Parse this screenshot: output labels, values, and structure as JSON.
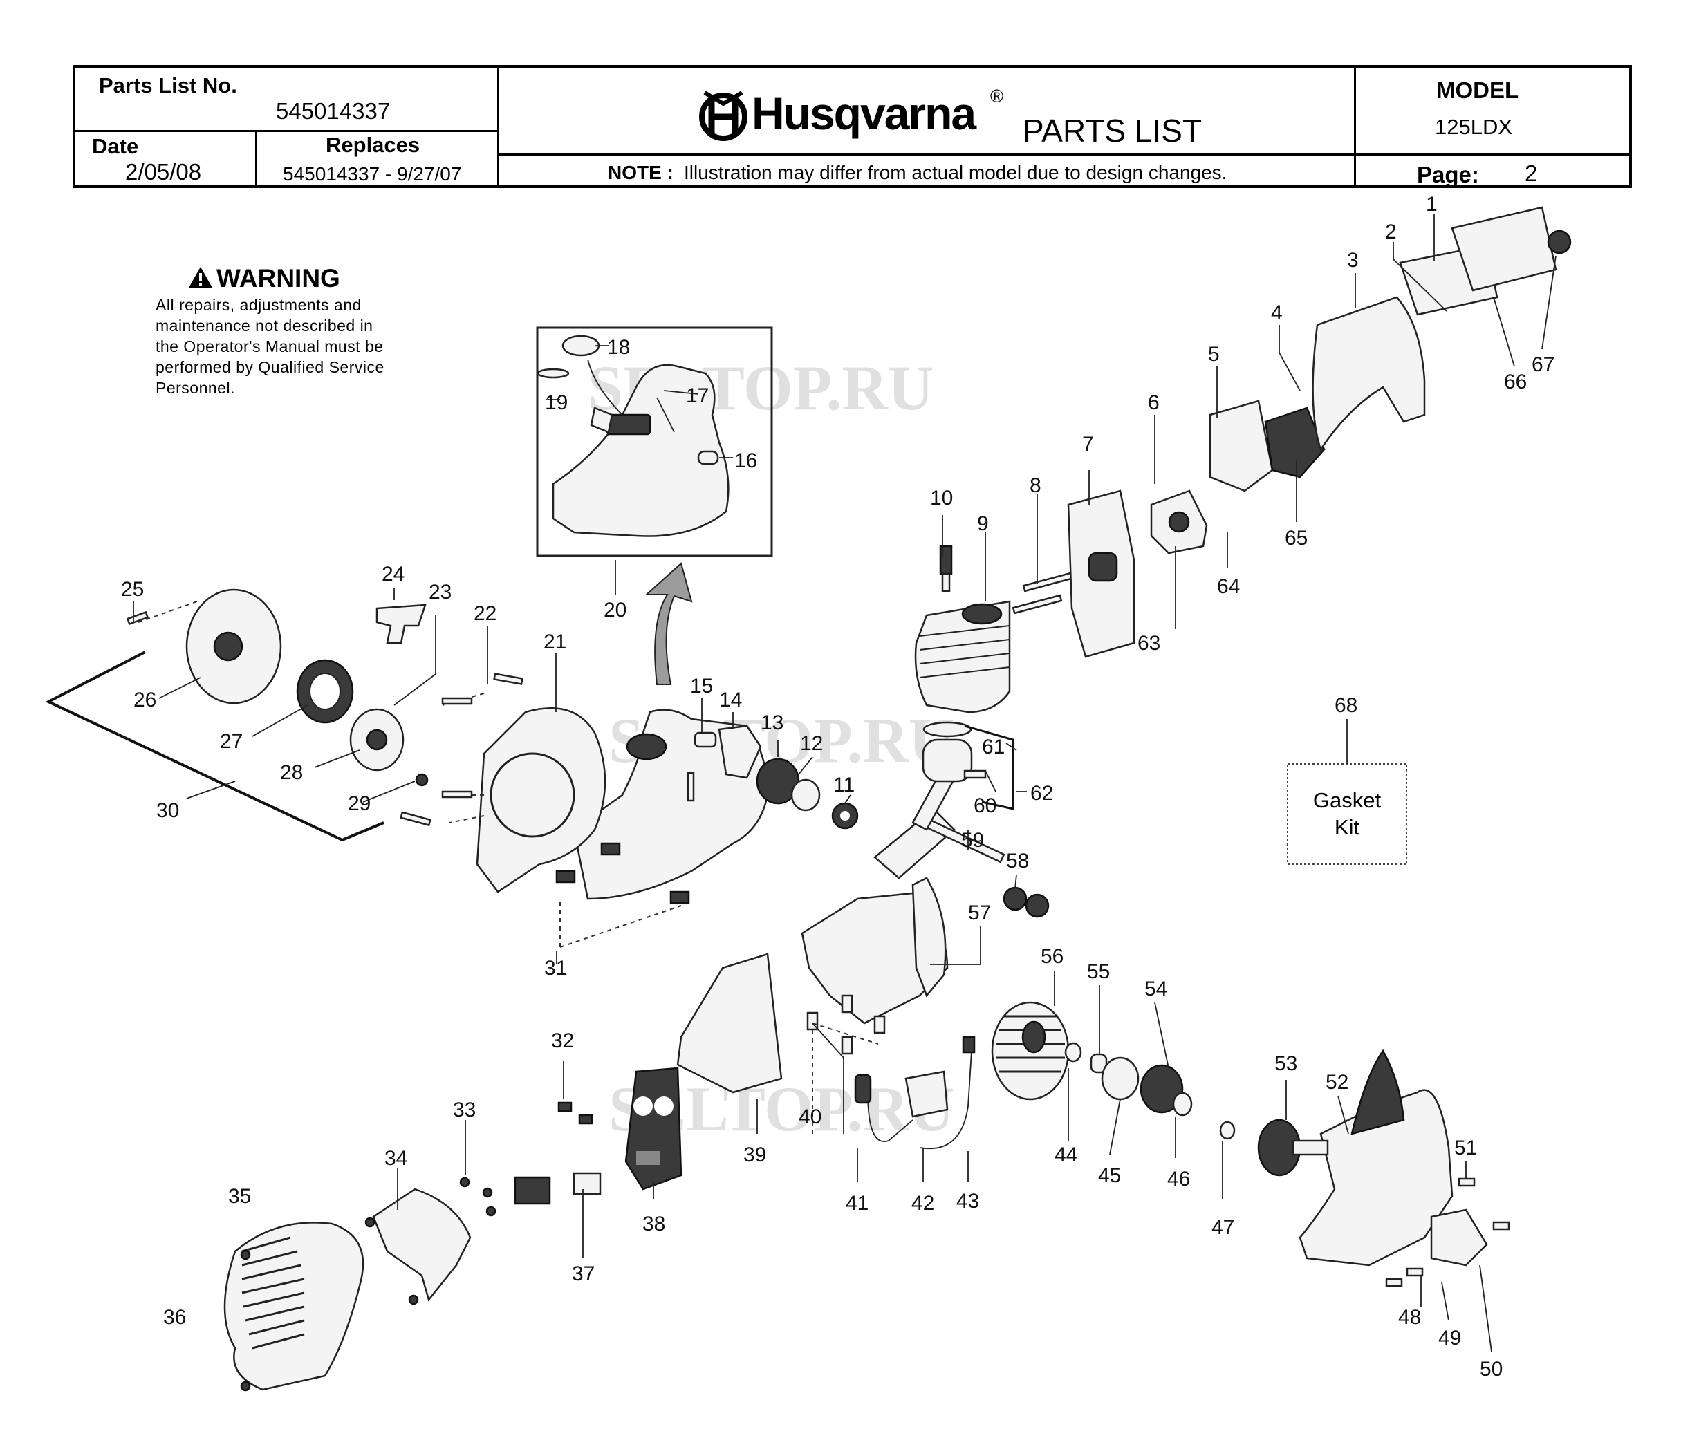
{
  "header": {
    "parts_list_no_label": "Parts List No.",
    "parts_list_no": "545014337",
    "date_label": "Date",
    "date": "2/05/08",
    "replaces_label": "Replaces",
    "replaces": "545014337 - 9/27/07",
    "brand": "Husqvarna",
    "registered_mark": "®",
    "title": "PARTS LIST",
    "note_label": "NOTE :",
    "note": "Illustration may differ from actual model due to design changes.",
    "model_label": "MODEL",
    "model": "125LDX",
    "page_label": "Page:",
    "page": "2"
  },
  "warning": {
    "title": "WARNING",
    "lines": [
      "All repairs, adjustments and",
      "maintenance not described in",
      "the Operator's Manual must be",
      "performed by Qualified Service",
      "Personnel."
    ]
  },
  "gasket_kit": {
    "line1": "Gasket",
    "line2": "Kit"
  },
  "watermark": "SELTOP.RU",
  "callouts": [
    "1",
    "2",
    "3",
    "4",
    "5",
    "6",
    "7",
    "8",
    "9",
    "10",
    "11",
    "12",
    "13",
    "14",
    "15",
    "16",
    "17",
    "18",
    "19",
    "20",
    "21",
    "22",
    "23",
    "24",
    "25",
    "26",
    "27",
    "28",
    "29",
    "30",
    "31",
    "32",
    "33",
    "34",
    "35",
    "36",
    "37",
    "38",
    "39",
    "40",
    "41",
    "42",
    "43",
    "44",
    "45",
    "46",
    "47",
    "48",
    "49",
    "50",
    "51",
    "52",
    "53",
    "54",
    "55",
    "56",
    "57",
    "58",
    "59",
    "60",
    "61",
    "62",
    "63",
    "64",
    "65",
    "66",
    "67",
    "68"
  ]
}
